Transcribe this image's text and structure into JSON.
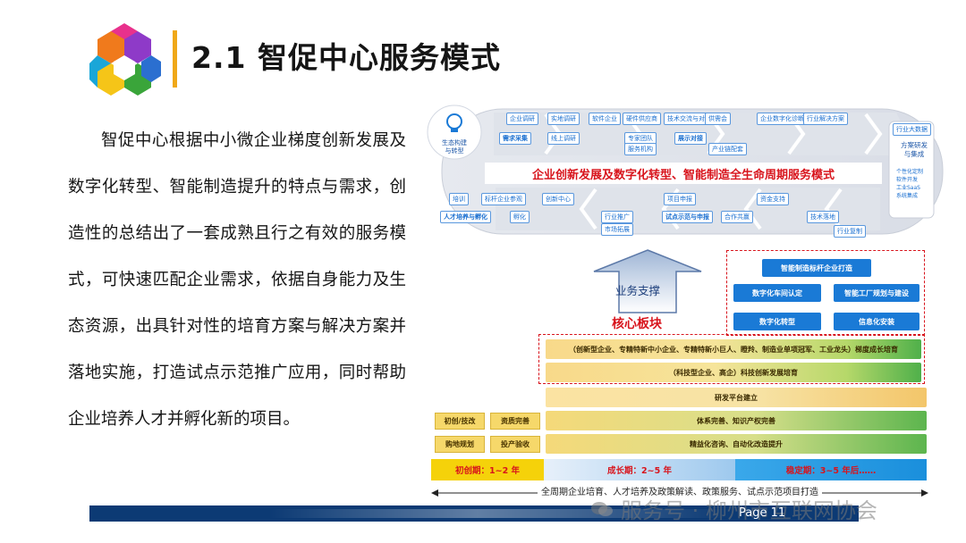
{
  "title": "2.1 智促中心服务模式",
  "body": "智促中心根据中小微企业梯度创新发展及数字化转型、智能制造提升的特点与需求，创造性的总结出了一套成熟且行之有效的服务模式，可快速匹配企业需求，依据自身能力及生态资源，出具针对性的培育方案与解决方案并落地实施，打造试点示范推广应用，同时帮助企业培养人才并孵化新的项目。",
  "diagram": {
    "banner_title": "企业创新发展及数字化转型、智能制造全生命周期服务模式",
    "start_label": "生态构建\n与转型",
    "stages_top": [
      "需求采集",
      "展示对接",
      "方案研发\n与集成"
    ],
    "stages_bottom": [
      "人才培养与孵化",
      "试点示范与申报"
    ],
    "top_nodes": [
      "企业调研",
      "实地调研",
      "线上调研",
      "软件企业",
      "硬件供应商",
      "专家团队",
      "服务机构",
      "技术交流与对接",
      "供需会",
      "产业链配套",
      "企业数字化诊断",
      "行业解决方案",
      "行业大数据"
    ],
    "bottom_nodes": [
      "培训",
      "孵化",
      "标杆企业参观",
      "创新中心",
      "行业推广",
      "市场拓展",
      "项目申报",
      "合作共赢",
      "资金支持",
      "技术落地",
      "行业复制"
    ],
    "side_notes": [
      "个性化定制",
      "软件开发",
      "工业SaaS",
      "系统集成"
    ],
    "arrow_label": "业务支撑",
    "core_label": "核心板块",
    "core_boxes": [
      "智能制造标杆企业打造",
      "数字化车间认定",
      "智能工厂规划与建设",
      "数字化转型",
      "信息化安装"
    ],
    "core_bars": [
      "（创新型企业、专精特新中小企业、专精特新小巨人、瞪羚、制造业单项冠军、工业龙头）梯度成长培育",
      "（科技型企业、高企）科技创新发展培育"
    ],
    "lower_bars": [
      "研发平台建立",
      "体系完善、知识产权完善",
      "精益化咨询、自动化改造提升"
    ],
    "left_tags": [
      "初创/技改",
      "资质完善",
      "购地规划",
      "投产验收"
    ],
    "phases": [
      "初创期：1~2 年",
      "成长期：2~5 年",
      "稳定期：3~5 年后……"
    ],
    "bottom_caption": "全周期企业培育、人才培养及政策解读、政策服务、试点示范项目打造"
  },
  "footer": {
    "page_label": "Page  11",
    "watermark": "服务号 · 柳州市互联网协会"
  },
  "colors": {
    "accent": "#f0a818",
    "banner_red": "#d8141c",
    "phase_yellow": "#f5d20a",
    "phase_blue": "#1ba0e8",
    "navy": "#0c3a74"
  }
}
